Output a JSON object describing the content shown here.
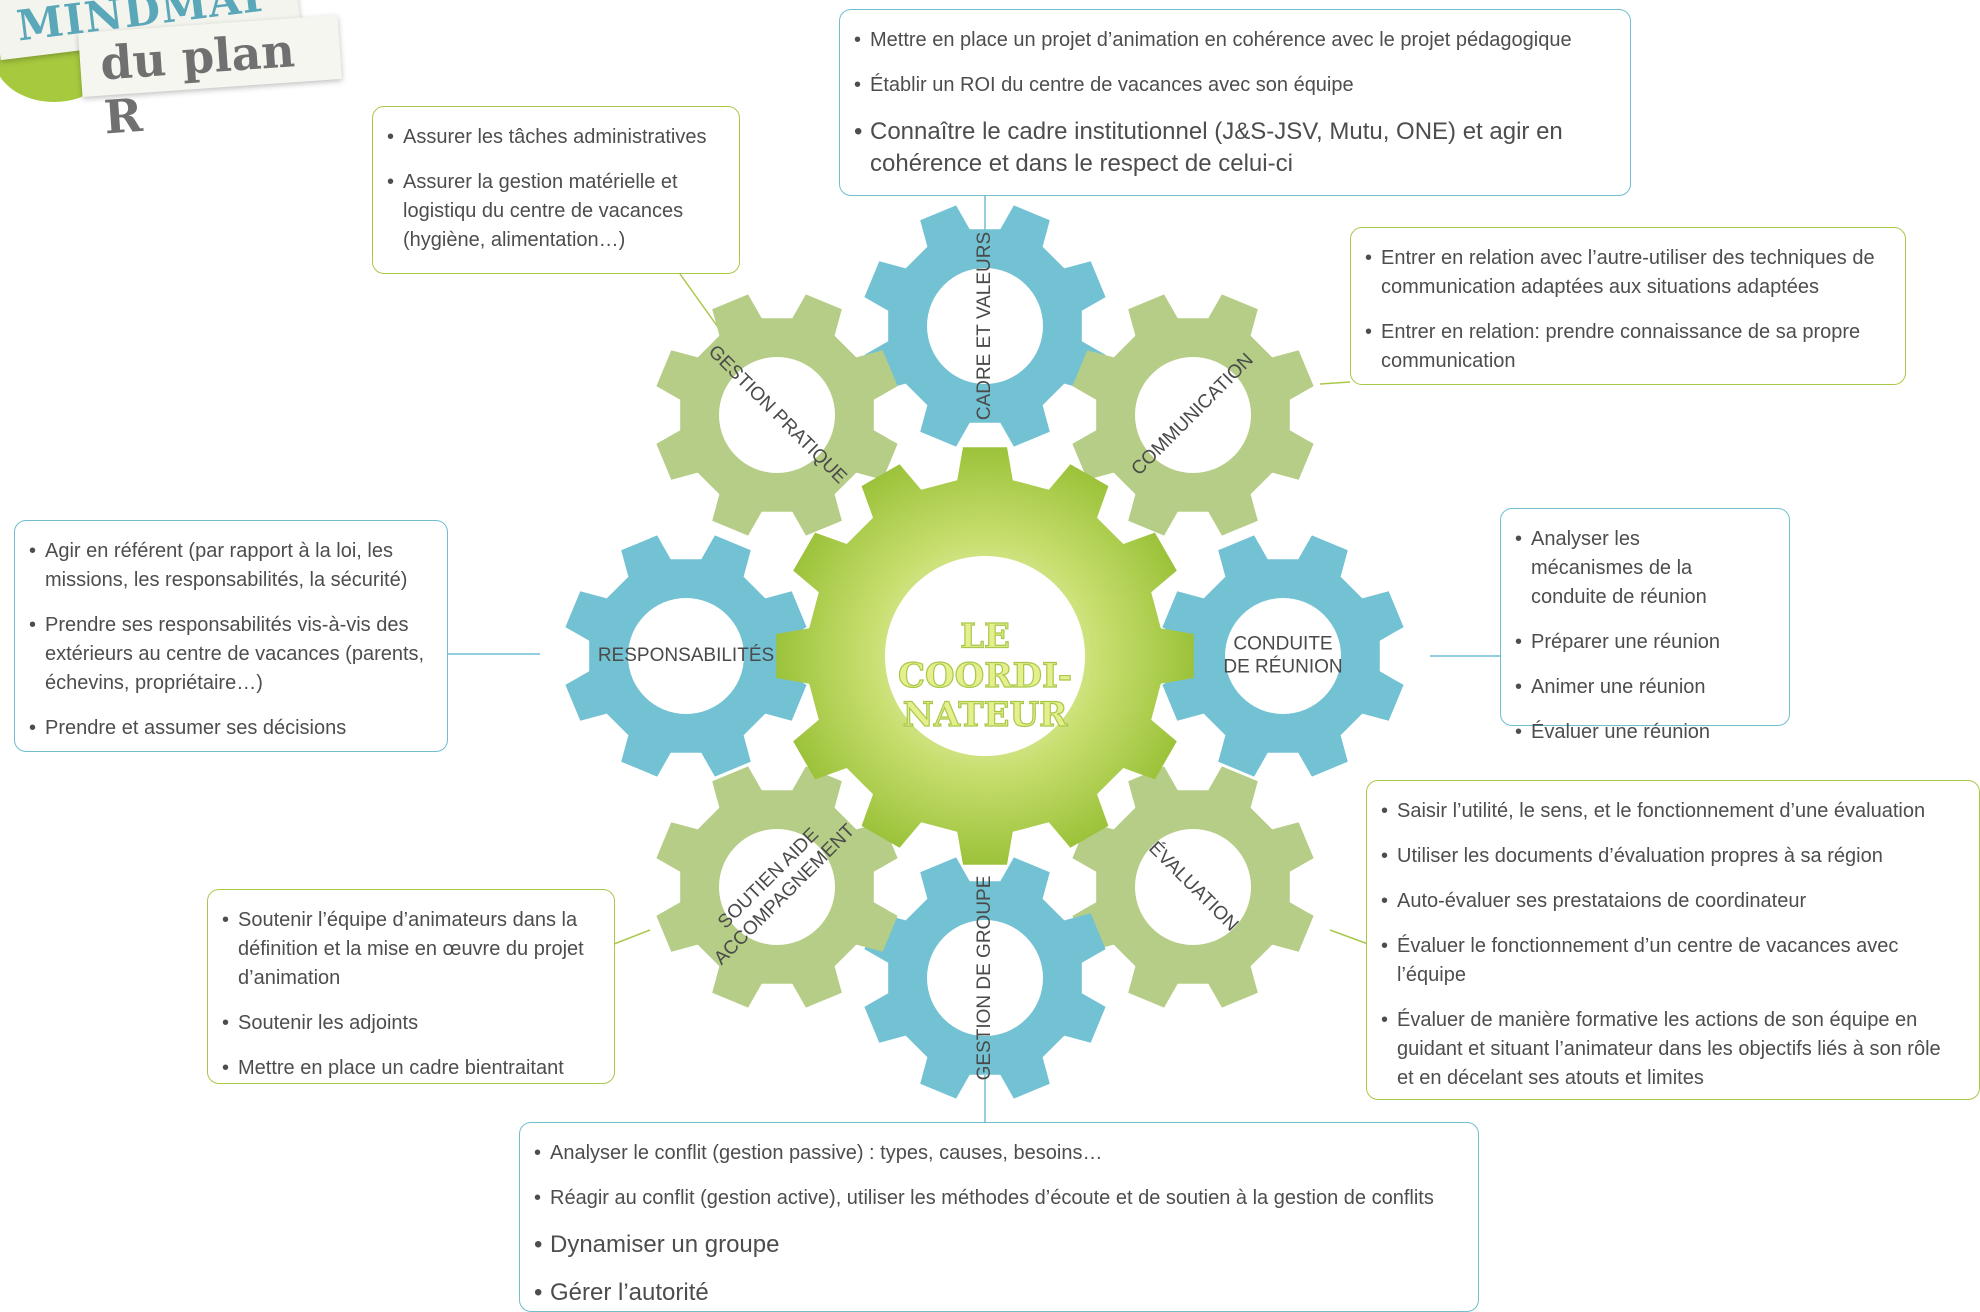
{
  "logo": {
    "line1": "MINDMAP",
    "line2": "du plan R"
  },
  "center": {
    "lines": [
      "LE",
      "COORDI-",
      "NATEUR"
    ]
  },
  "gears": [
    {
      "id": "cadre",
      "label": "CADRE ET VALEURS",
      "color": "#72c2d3"
    },
    {
      "id": "communication",
      "label": "COMMUNICATION",
      "color": "#b5cd87"
    },
    {
      "id": "conduite",
      "label": "CONDUITE DE RÉUNION",
      "color": "#72c2d3"
    },
    {
      "id": "evaluation",
      "label": "ÉVALUATION",
      "color": "#b5cd87"
    },
    {
      "id": "groupe",
      "label": "GESTION DE GROUPE",
      "color": "#72c2d3"
    },
    {
      "id": "soutien",
      "label": "SOUTIEN AIDE ACCOMPAGNEMENT",
      "color": "#b5cd87"
    },
    {
      "id": "responsabilites",
      "label": "RESPONSABILITÉS",
      "color": "#72c2d3"
    },
    {
      "id": "gestion",
      "label": "GESTION PRATIQUE",
      "color": "#b5cd87"
    }
  ],
  "boxes": {
    "cadre": [
      "Mettre en place un projet d’animation en cohérence avec le projet pédagogique",
      "Établir un ROI du centre de vacances avec son équipe",
      "Connaître le cadre institutionnel (J&S-JSV, Mutu, ONE) et agir en cohérence et dans le respect de celui-ci"
    ],
    "gestion": [
      "Assurer les tâches administratives",
      "Assurer la gestion matérielle et logistiqu du centre de vacances (hygiène, alimentation…)"
    ],
    "communication": [
      "Entrer en relation avec l’autre-utiliser des techniques de communication adaptées aux situations adaptées",
      " Entrer en relation: prendre connaissance de sa propre communication"
    ],
    "responsabilites": [
      "Agir en référent (par rapport à la loi, les missions, les responsabilités, la sécurité)",
      "Prendre ses responsabilités vis-à-vis des extérieurs au centre de vacances (parents, échevins, propriétaire…)",
      "Prendre et assumer ses décisions"
    ],
    "conduite": [
      "Analyser les mécanismes de la conduite de réunion",
      "Préparer une réunion",
      "Animer une réunion",
      "Évaluer une réunion"
    ],
    "evaluation": [
      "Saisir l’utilité, le sens, et le fonctionnement d’une évaluation",
      "Utiliser les documents d’évaluation propres à sa région",
      "Auto-évaluer ses prestataions de coordinateur",
      "Évaluer le fonctionnement d’un centre de vacances  avec l’équipe",
      "Évaluer de manière formative les actions de son équipe en guidant et situant l’animateur dans les objectifs liés à son rôle et en décelant ses atouts et limites"
    ],
    "soutien": [
      "Soutenir l’équipe d’animateurs dans la définition et la mise en œuvre du projet d’animation",
      "Soutenir les adjoints",
      "Mettre en place un cadre bientraitant"
    ],
    "groupe": [
      "Analyser le conflit (gestion passive) : types, causes, besoins…",
      "Réagir au conflit (gestion active), utiliser les méthodes d’écoute et de soutien à la gestion de conflits",
      "Dynamiser un groupe",
      "Gérer l’autorité"
    ]
  }
}
